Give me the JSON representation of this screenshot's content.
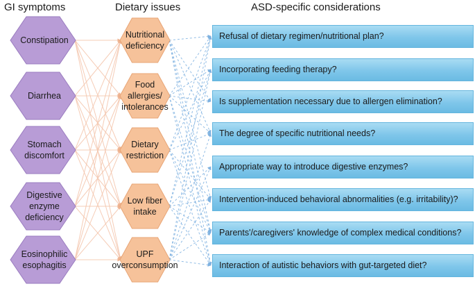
{
  "headers": {
    "gi": "GI symptoms",
    "dietary": "Dietary issues",
    "asd": "ASD-specific considerations"
  },
  "gi_symptoms": [
    "Constipation",
    "Diarrhea",
    "Stomach\ndiscomfort",
    "Digestive enzyme\ndeficiency",
    "Eosinophilic\nesophagitis"
  ],
  "dietary_issues": [
    "Nutritional\ndeficiency",
    "Food allergies/\nintolerances",
    "Dietary\nrestriction",
    "Low fiber\nintake",
    "UPF\noverconsumption"
  ],
  "asd_considerations": [
    "Refusal of dietary regimen/nutritional plan?",
    "Incorporating feeding therapy?",
    "Is supplementation necessary due to allergen elimination?",
    "The degree of specific nutritional needs?",
    "Appropriate way to introduce digestive enzymes?",
    "Intervention-induced behavioral abnormalities (e.g. irritability)?",
    "Parents'/caregivers' knowledge of complex medical conditions?",
    "Interaction of autistic behaviors with gut-targeted diet?"
  ],
  "colors": {
    "gi_fill": "#b89cd6",
    "gi_stroke": "#9a7cc0",
    "diet_fill": "#f6c29a",
    "diet_stroke": "#e8a576",
    "box_fill": "#7fc6ea",
    "gi_diet_link": "#f4c7ae",
    "diet_asd_link": "#7fb2e0"
  }
}
